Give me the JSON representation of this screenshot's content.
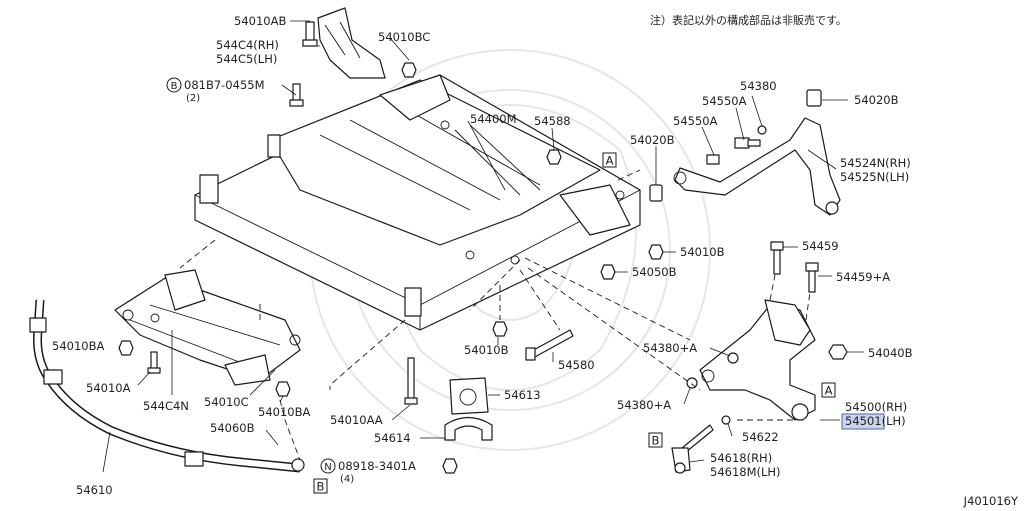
{
  "note_text": "注）表記以外の構成部品は非販売です。",
  "diagram_code": "J401016Y",
  "callouts": {
    "p54010AB": "54010AB",
    "p544C4_RH": "544C4(RH)",
    "p544C5_LH": "544C5(LH)",
    "p54010BC": "54010BC",
    "p081B7": "081B7-0455M",
    "p081B7_qty": "(2)",
    "p54400M": "54400M",
    "p54588": "54588",
    "p54380": "54380",
    "p54020B_top": "54020B",
    "p54550A_1": "54550A",
    "p54550A_2": "54550A",
    "p54020B_mid": "54020B",
    "p54524N_RH": "54524N(RH)",
    "p54525N_LH": "54525N(LH)",
    "p54010B_r": "54010B",
    "p54050B": "54050B",
    "p54459": "54459",
    "p54459A": "54459+A",
    "p54010BA_l": "54010BA",
    "p54010A": "54010A",
    "p544C4N": "544C4N",
    "p54010C": "54010C",
    "p54010BA_b": "54010BA",
    "p54010B_c": "54010B",
    "p54580": "54580",
    "p54380A_1": "54380+A",
    "p54040B": "54040B",
    "p54613": "54613",
    "p54380A_2": "54380+A",
    "p54500_RH": "54500(RH)",
    "p54501_LH": "54501(LH)",
    "p54010AA": "54010AA",
    "p54614": "54614",
    "p54622": "54622",
    "p54060B": "54060B",
    "p08918": "08918-3401A",
    "p08918_qty": "(4)",
    "p54618_RH": "54618(RH)",
    "p54618M_LH": "54618M(LH)",
    "p54610": "54610"
  },
  "markers": {
    "ref_A": "A",
    "ref_B": "B",
    "circle_B": "B",
    "circle_N": "N"
  },
  "highlight": {
    "part": "54501",
    "color": "#c9d3ea"
  }
}
